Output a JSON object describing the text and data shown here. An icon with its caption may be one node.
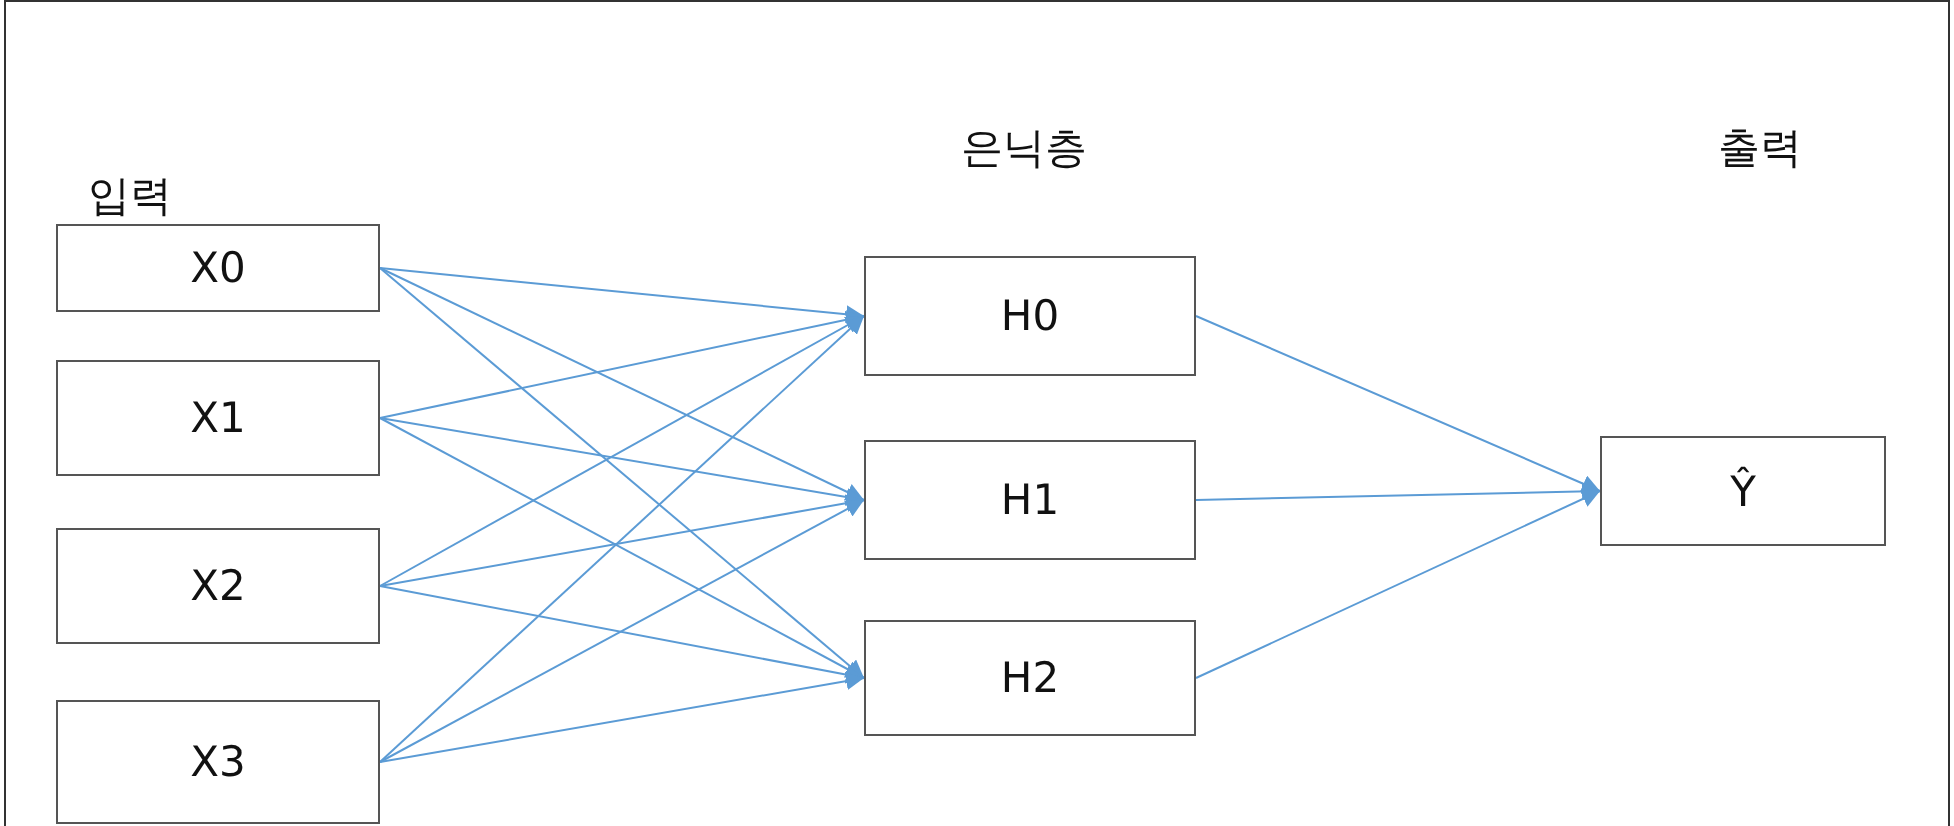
{
  "diagram": {
    "nodes": [
      {
        "text": [
          "X0"
        ]
      },
      {
        "text": [
          "X1"
        ]
      },
      {
        "text": [
          "X2"
        ]
      },
      {
        "text": [
          "X3"
        ]
      },
      {
        "text": [
          "H0"
        ]
      },
      {
        "text": [
          "H1"
        ]
      },
      {
        "text": [
          "H2"
        ]
      },
      {
        "text": [
          "Ŷ"
        ]
      }
    ],
    "edges": [
      {
        "from": 0,
        "to": 4,
        "arrow": "to"
      },
      {
        "from": 0,
        "to": 5,
        "arrow": "to"
      },
      {
        "from": 0,
        "to": 6,
        "arrow": "to"
      },
      {
        "from": 1,
        "to": 4,
        "arrow": "to"
      },
      {
        "from": 1,
        "to": 5,
        "arrow": "to"
      },
      {
        "from": 1,
        "to": 6,
        "arrow": "to"
      },
      {
        "from": 2,
        "to": 4,
        "arrow": "to"
      },
      {
        "from": 2,
        "to": 5,
        "arrow": "to"
      },
      {
        "from": 2,
        "to": 6,
        "arrow": "to"
      },
      {
        "from": 3,
        "to": 4,
        "arrow": "to"
      },
      {
        "from": 3,
        "to": 5,
        "arrow": "to"
      },
      {
        "from": 3,
        "to": 6,
        "arrow": "to"
      },
      {
        "from": 4,
        "to": 7,
        "arrow": "to"
      },
      {
        "from": 5,
        "to": 7,
        "arrow": "to"
      },
      {
        "from": 6,
        "to": 7,
        "arrow": "to"
      }
    ],
    "labels": [
      "입력",
      "은닉층",
      "출력"
    ]
  }
}
